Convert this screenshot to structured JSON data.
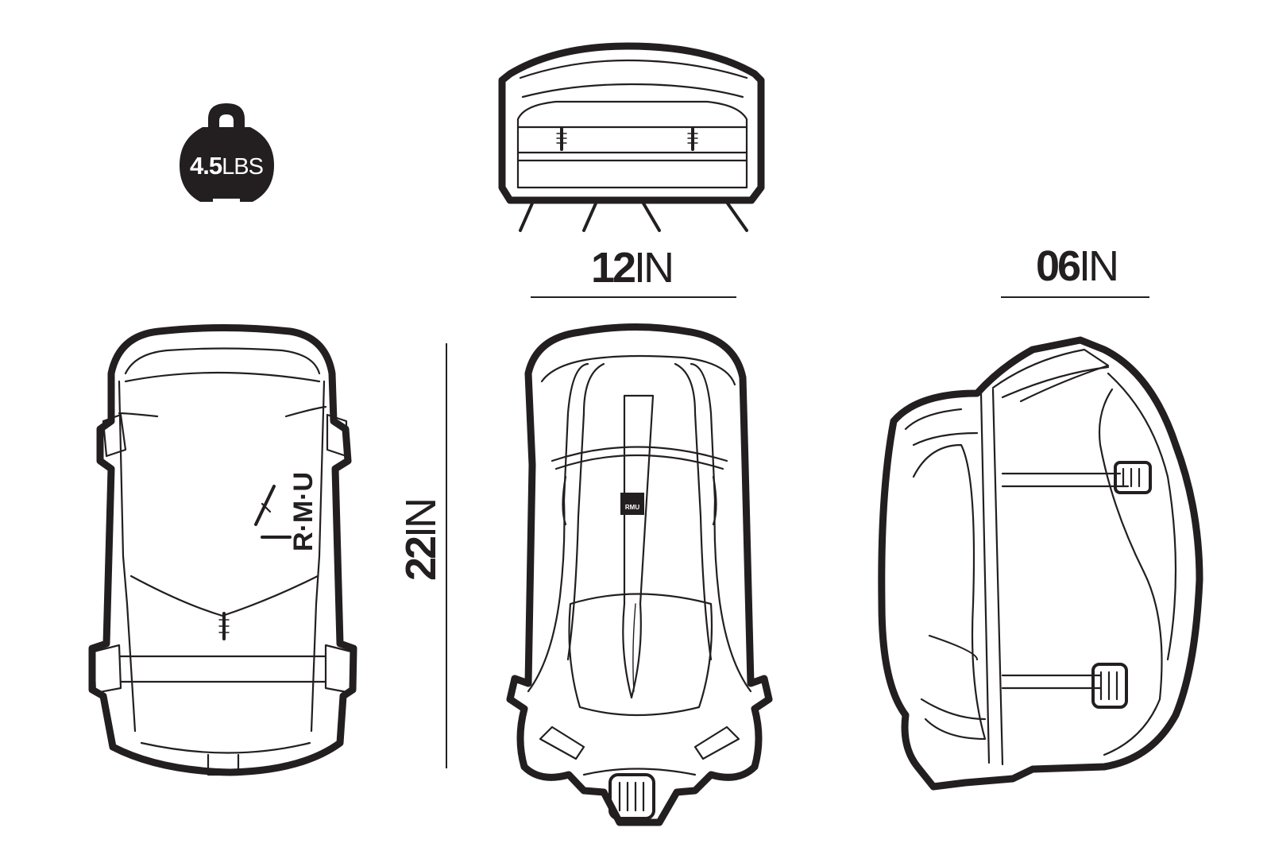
{
  "weight": {
    "value": "4.5",
    "unit": "LBS",
    "icon": "kettlebell-icon"
  },
  "dimensions": {
    "width": {
      "value": "12",
      "unit": "IN"
    },
    "depth": {
      "value": "06",
      "unit": "IN"
    },
    "height": {
      "value": "22",
      "unit": "IN"
    }
  },
  "brand": {
    "front_logo": "R·M·U",
    "back_patch": "RMU"
  },
  "colors": {
    "ink": "#231f20",
    "background": "#ffffff"
  }
}
